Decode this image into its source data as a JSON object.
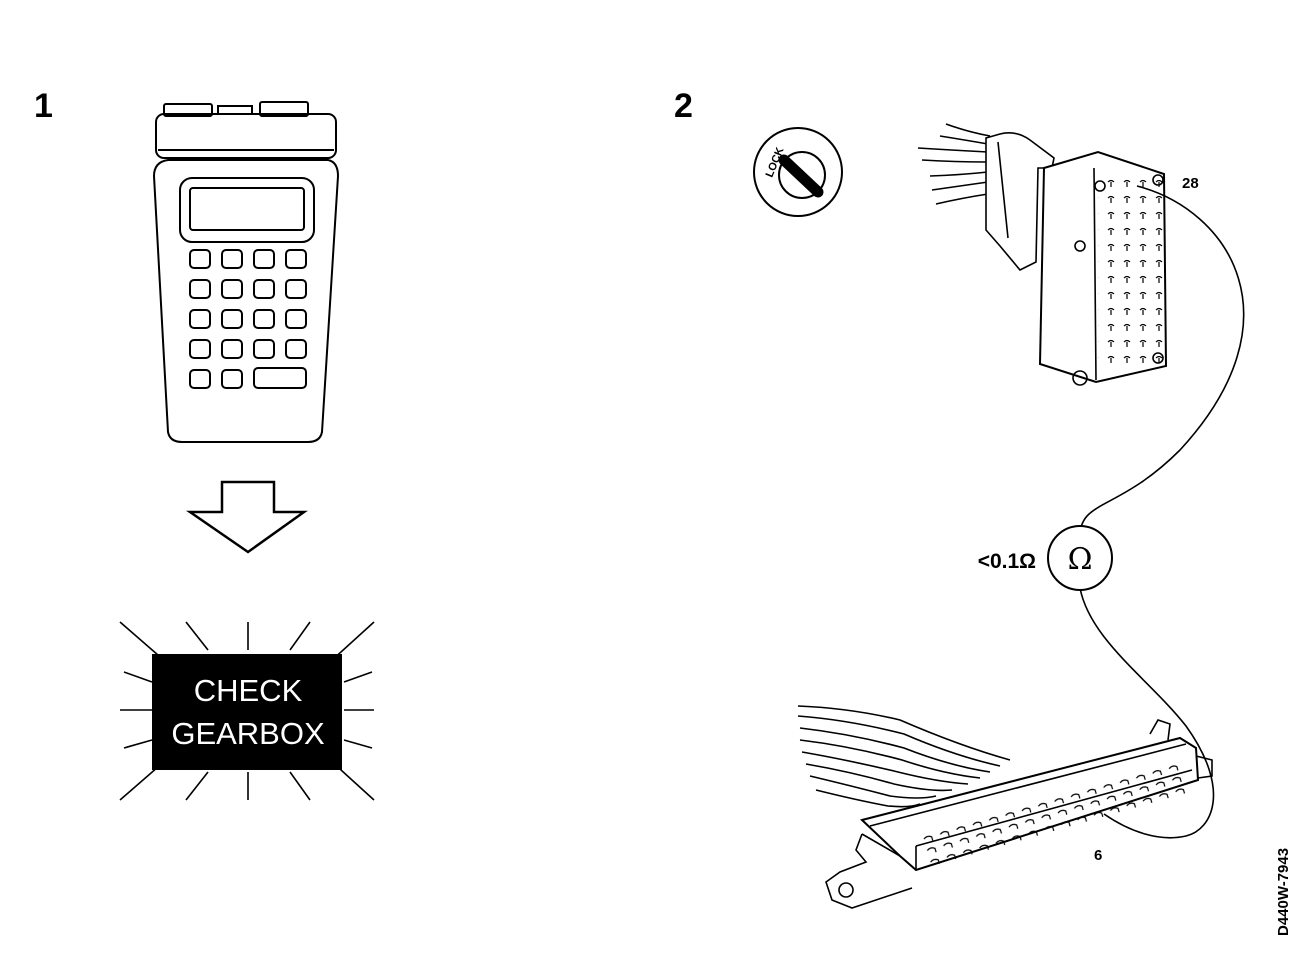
{
  "step1": {
    "number": "1",
    "warning_line1": "CHECK",
    "warning_line2": "GEARBOX"
  },
  "step2": {
    "number": "2",
    "ignition_label": "LOCK",
    "pin_upper": "28",
    "pin_lower": "6",
    "resistance_spec": "<0.1Ω",
    "meter_symbol": "Ω"
  },
  "figure_id": "D440W-7943"
}
